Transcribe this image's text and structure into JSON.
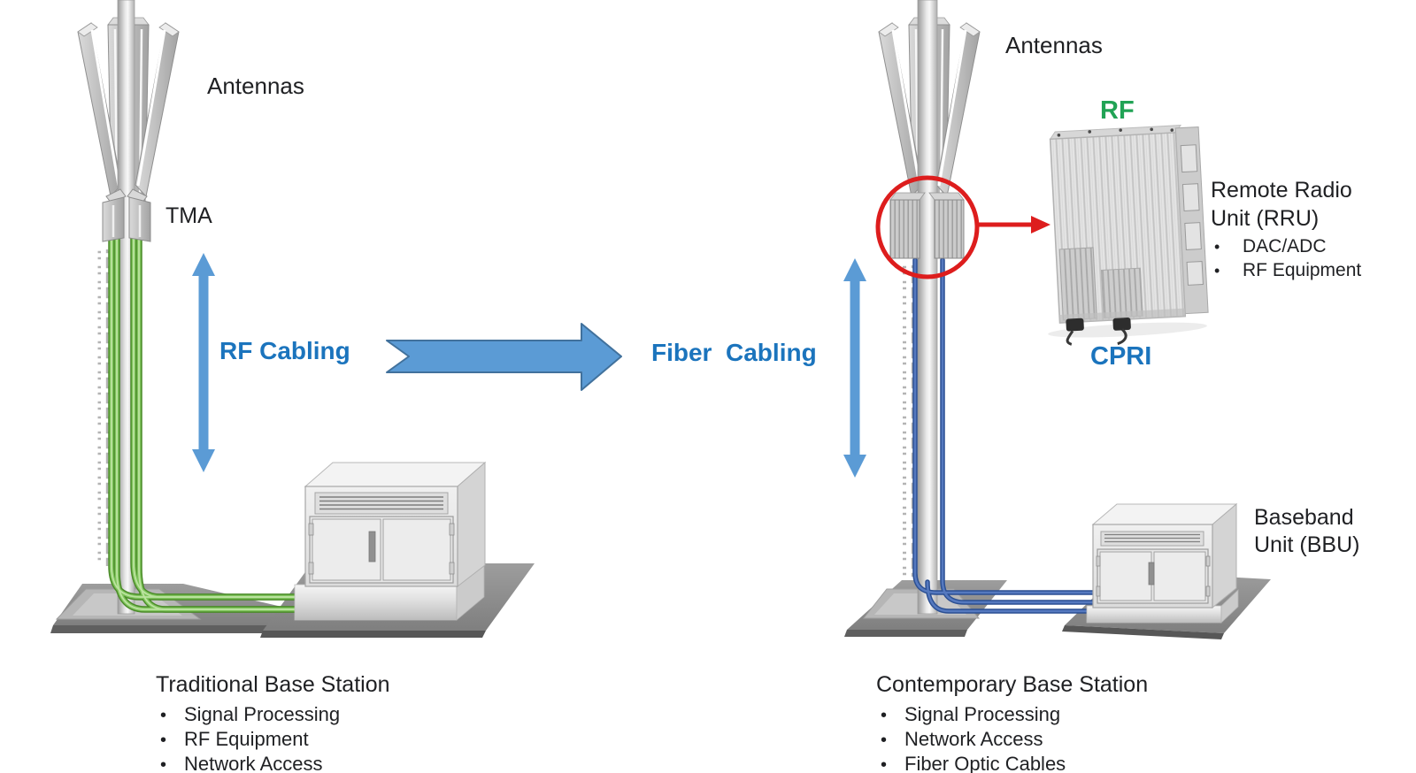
{
  "colors": {
    "accent_blue_text": "#1b74bd",
    "accent_green_text": "#21a355",
    "arrow_fill": "#5b9bd5",
    "arrow_border": "#41719c",
    "highlight_red": "#dd1d1d",
    "cable_green": "#7fc45c",
    "cable_blue": "#2b4f92",
    "text_dark": "#1f2023"
  },
  "icons": {
    "transition_arrow": "large right block arrow between the two towers",
    "left_distance_arrow": "vertical double-headed arrow along RF cabling",
    "right_distance_arrow": "vertical double-headed arrow along fiber cabling",
    "zoom_circle": "red circle highlighting the RRU on the tower",
    "callout_arrow": "red arrow pointing to the RRU photo"
  },
  "left": {
    "antennas_label": "Antennas",
    "tma_label": "TMA",
    "cabling_label": "RF Cabling",
    "station": {
      "title": "Traditional Base Station",
      "bullets": [
        "Signal Processing",
        "RF Equipment",
        "Network Access"
      ]
    }
  },
  "right": {
    "antennas_label": "Antennas",
    "rf_label": "RF",
    "cpri_label": "CPRI",
    "cabling_label": "Fiber  Cabling",
    "rru": {
      "title_line1": "Remote Radio",
      "title_line2": "Unit (RRU)",
      "bullets": [
        "DAC/ADC",
        "RF Equipment"
      ]
    },
    "bbu": {
      "line1": "Baseband",
      "line2": "Unit (BBU)"
    },
    "station": {
      "title": "Contemporary Base Station",
      "bullets": [
        "Signal Processing",
        "Network Access",
        "Fiber Optic Cables"
      ]
    }
  }
}
